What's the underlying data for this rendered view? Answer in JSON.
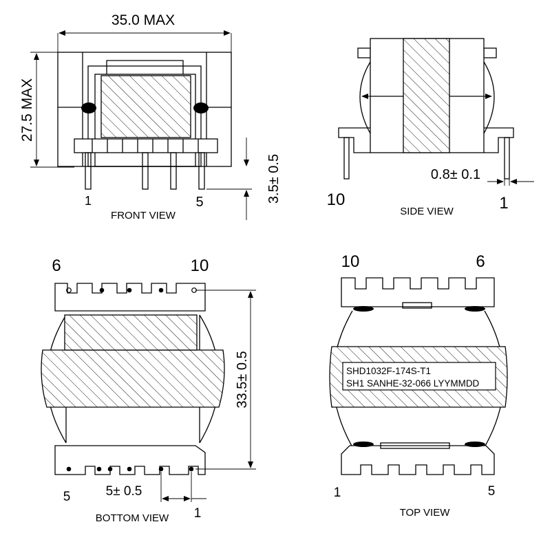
{
  "colors": {
    "ink": "#000000",
    "background": "#ffffff"
  },
  "front_view": {
    "title": "FRONT VIEW",
    "width_dim": "35.0 MAX",
    "height_dim": "27.5 MAX",
    "pin_length_dim": "3.5± 0.5",
    "pin_left": "1",
    "pin_right": "5"
  },
  "side_view": {
    "title": "SIDE VIEW",
    "pin_dia_dim": "0.8± 0.1",
    "pin_left": "10",
    "pin_right": "1"
  },
  "bottom_view": {
    "title": "BOTTOM VIEW",
    "length_dim": "33.5± 0.5",
    "pitch_dim": "5± 0.5",
    "pin_top_left": "6",
    "pin_top_right": "10",
    "pin_bottom_left": "5",
    "pin_bottom_right": "1"
  },
  "top_view": {
    "title": "TOP VIEW",
    "pin_top_left": "10",
    "pin_top_right": "6",
    "pin_bottom_left": "1",
    "pin_bottom_right": "5",
    "label_line1": "SHD1032F-174S-T1",
    "label_line2": "SH1 SANHE-32-066 LYYMMDD"
  }
}
